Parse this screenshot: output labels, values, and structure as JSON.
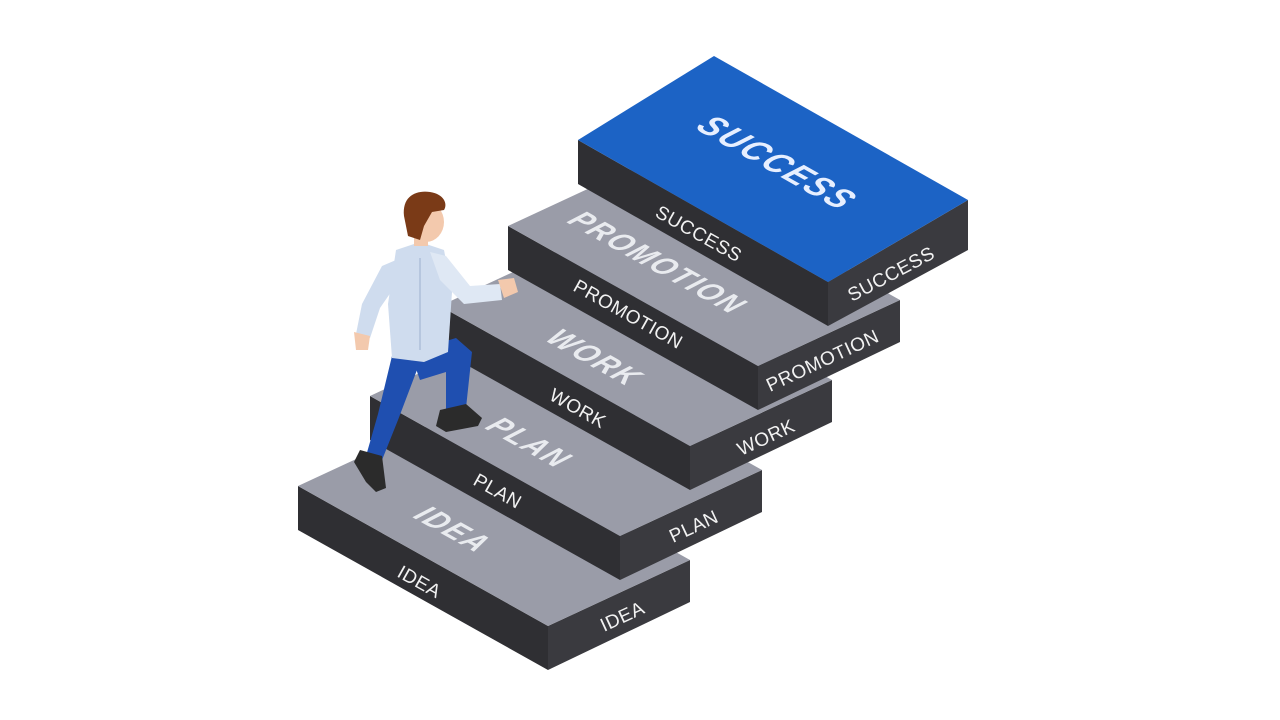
{
  "steps": [
    {
      "top_label": "IDEA",
      "front_left_label": "IDEA",
      "front_right_label": "IDEA"
    },
    {
      "top_label": "PLAN",
      "front_left_label": "PLAN",
      "front_right_label": "PLAN"
    },
    {
      "top_label": "WORK",
      "front_left_label": "WORK",
      "front_right_label": "WORK"
    },
    {
      "top_label": "PROMOTION",
      "front_left_label": "PROMOTION",
      "front_right_label": "PROMOTION"
    },
    {
      "top_label": "SUCCESS",
      "front_left_label": "SUCCESS",
      "front_right_label": "SUCCESS"
    }
  ],
  "colors": {
    "step_top": "#9a9ca8",
    "step_side": "#2f2f33",
    "success_top": "#1c63c5",
    "shirt": "#cfdcee",
    "pants": "#1f4fb0",
    "hair": "#7a3a17",
    "skin": "#f3c9ad"
  },
  "icons": [
    "person-climbing-icon"
  ]
}
